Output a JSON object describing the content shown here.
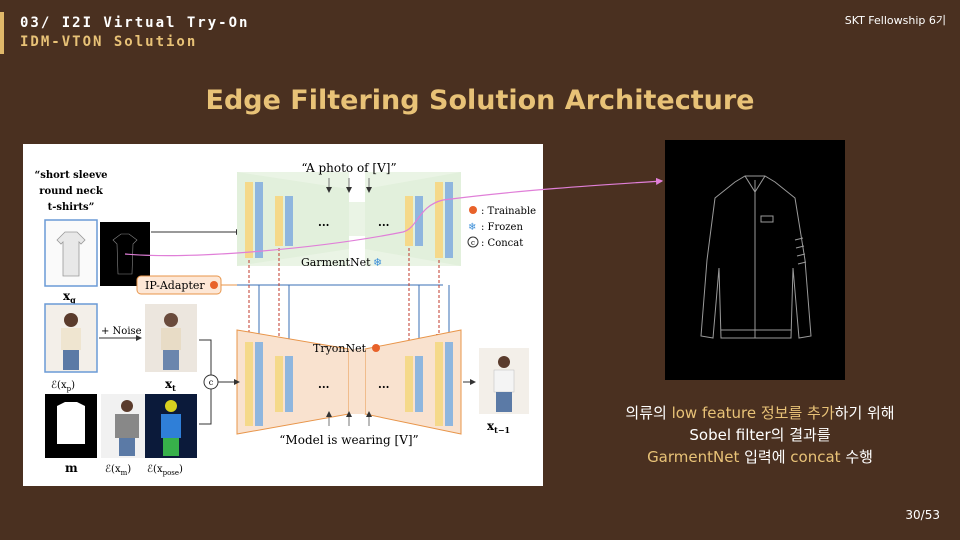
{
  "header": {
    "section_line1": "03/ I2I Virtual Try-On",
    "section_line2": "IDM-VTON Solution",
    "program": "SKT Fellowship 6기"
  },
  "title": "Edge Filtering Solution Architecture",
  "diagram": {
    "prompt_text": "“short sleeve round neck t-shirts”",
    "prompt_lines": [
      "“short sleeve",
      "round neck",
      "t-shirts”"
    ],
    "garment_prompt": "“A photo of [V]”",
    "tryon_prompt": "“Model is wearing [V]”",
    "garmentnet_label": "GarmentNet",
    "tryonnet_label": "TryonNet",
    "ip_adapter_label": "IP-Adapter",
    "noise_label": "+ Noise",
    "concat_symbol": "c",
    "ellipsis": "...",
    "legend": {
      "trainable": ": Trainable",
      "frozen": ": Frozen",
      "concat": ": Concat"
    },
    "symbols": {
      "xg": "x",
      "xg_sub": "g",
      "exp": "ℰ(x",
      "exp_sub": "p",
      "xt": "x",
      "xt_sub": "t",
      "m": "m",
      "exm": "ℰ(x",
      "exm_sub": "m",
      "expose": "ℰ(x",
      "expose_sub": "pose",
      "xt1": "x",
      "xt1_sub": "t−1"
    },
    "colors": {
      "yellow_block": "#f5d98a",
      "blue_block": "#8fb6de",
      "garment_bg": "#e8f3e2",
      "tryon_bg": "#f9e2cf",
      "dashed_red": "#c0392b",
      "pink_line": "#e07fd8"
    }
  },
  "caption": {
    "line1_pre": "의류의 ",
    "line1_hl": "low feature 정보를 추가",
    "line1_post": "하기 위해",
    "line2": "Sobel filter의 결과를",
    "line3_hl1": "GarmentNet",
    "line3_mid": " 입력에 ",
    "line3_hl2": "concat",
    "line3_post": " 수행"
  },
  "page_number": "30/53"
}
